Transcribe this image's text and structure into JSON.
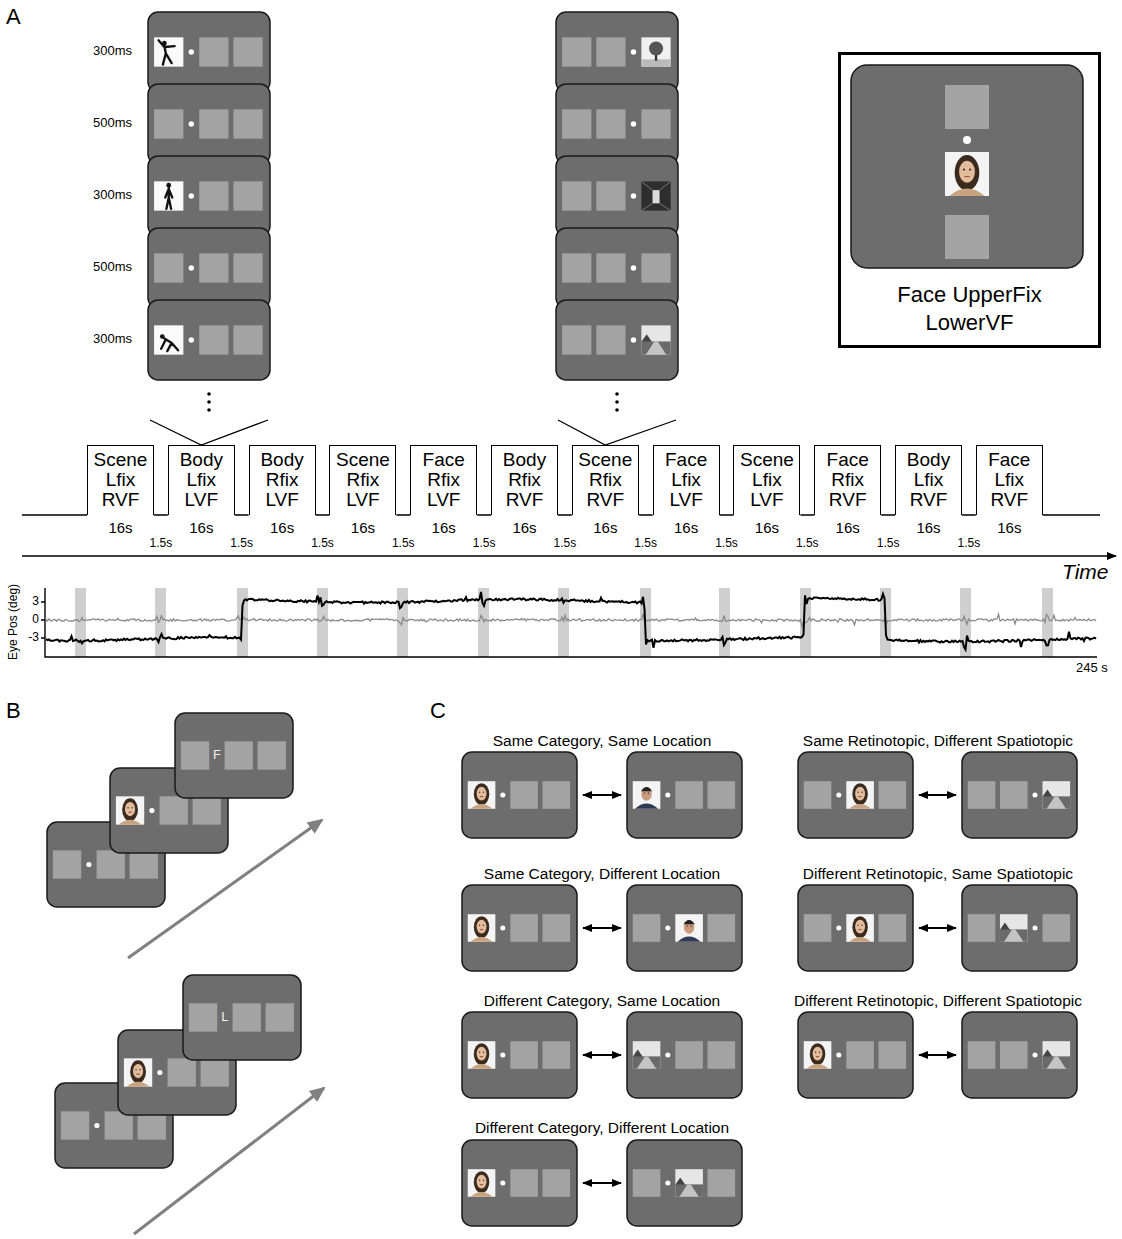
{
  "diagram": {
    "nodes": [
      {
        "text": [
          "Face UpperFix LowerVF"
        ]
      },
      {
        "text": [
          "Scene Lfix RVF"
        ]
      },
      {
        "text": [
          "Body Lfix LVF"
        ]
      },
      {
        "text": [
          "Body Rfix LVF"
        ]
      },
      {
        "text": [
          "Scene Rfix LVF"
        ]
      },
      {
        "text": [
          "Face Rfix LVF"
        ]
      },
      {
        "text": [
          "Body Rfix RVF"
        ]
      },
      {
        "text": [
          "Scene Rfix RVF"
        ]
      },
      {
        "text": [
          "Face Lfix LVF"
        ]
      },
      {
        "text": [
          "Scene Lfix LVF"
        ]
      },
      {
        "text": [
          "Face Rfix RVF"
        ]
      },
      {
        "text": [
          "Body Lfix RVF"
        ]
      },
      {
        "text": [
          "Face Lfix RVF"
        ]
      }
    ],
    "labels": [
      "A",
      "300ms",
      "500ms",
      "300ms",
      "500ms",
      "300ms",
      "16s",
      "1.5s",
      "16s",
      "1.5s",
      "16s",
      "1.5s",
      "16s",
      "1.5s",
      "16s",
      "1.5s",
      "16s",
      "1.5s",
      "16s",
      "1.5s",
      "16s",
      "1.5s",
      "16s",
      "1.5s",
      "16s",
      "1.5s",
      "16s",
      "1.5s",
      "16s",
      "Time",
      "Eye Pos (deg)",
      "3",
      "0",
      "-3",
      "245 s",
      "B",
      "F",
      "L",
      "C",
      "Same Category, Same Location",
      "Same Retinotopic, Different Spatiotopic",
      "Same Category, Different Location",
      "Different Retinotopic, Same Spatiotopic",
      "Different Category, Same Location",
      "Different Retinotopic, Different Spatiotopic",
      "Different Category, Different Location"
    ]
  }
}
